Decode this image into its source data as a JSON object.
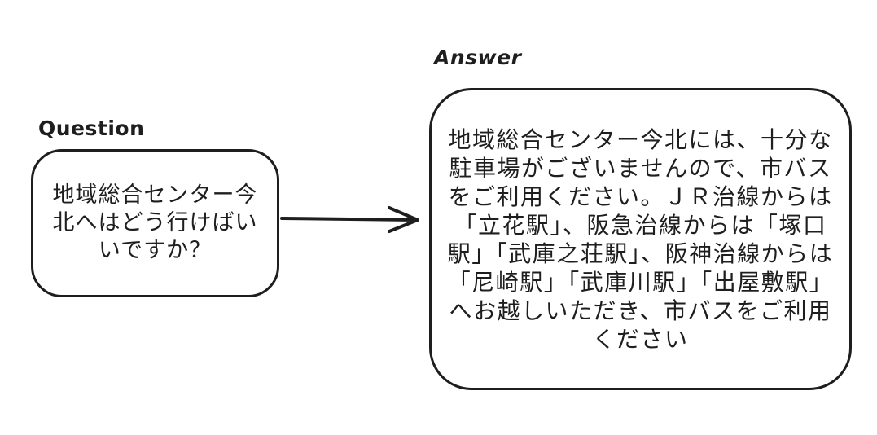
{
  "diagram": {
    "question": {
      "label": "Question",
      "text": "地域総合センター今北へはどう行けばいいですか？"
    },
    "answer": {
      "label": "Answer",
      "text": "地域総合センター今北には、十分な駐車場がございませんので、市バスをご利用ください。ＪＲ治線からは「立花駅」、阪急治線からは「塚口駅」「武庫之荘駅」、阪神治線からは「尼崎駅」「武庫川駅」「出屋敷駅」へお越しいただき、市バスをご利用ください"
    },
    "colors": {
      "stroke": "#1e1e1e",
      "background": "#ffffff"
    }
  }
}
